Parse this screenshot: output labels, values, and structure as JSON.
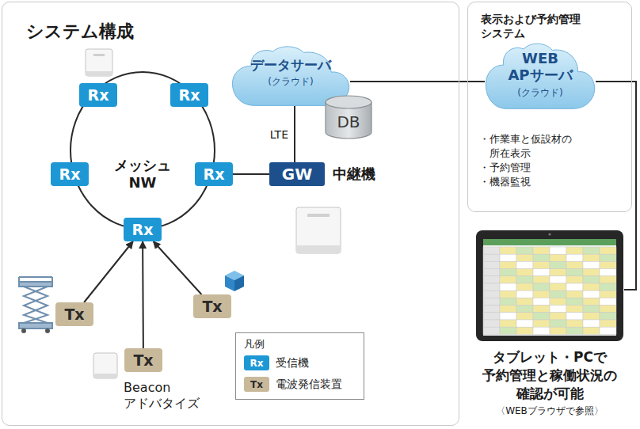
{
  "diagram": {
    "nodes": [
      {
        "text": [
          "システム構成"
        ]
      },
      {
        "text": [
          "メッシュ NW"
        ],
        "in": 0
      },
      {
        "text": [
          "Rx"
        ],
        "in": 0
      },
      {
        "text": [
          "Rx"
        ],
        "in": 0
      },
      {
        "text": [
          "Rx"
        ],
        "in": 0
      },
      {
        "text": [
          "Rx"
        ],
        "in": 0
      },
      {
        "text": [
          "Rx"
        ],
        "in": 0
      },
      {
        "text": [
          "データサーバ",
          "(クラウド)"
        ],
        "in": 0
      },
      {
        "text": [
          "DB"
        ],
        "in": 0
      },
      {
        "text": [
          "GW",
          "中継機"
        ],
        "in": 0
      },
      {
        "text": [
          "Tx"
        ],
        "in": 0
      },
      {
        "text": [
          "Tx"
        ],
        "in": 0
      },
      {
        "text": [
          "Tx"
        ],
        "in": 0
      },
      {
        "text": [
          "表示および予約管理 システム",
          "・作業車と仮設材の所在表示",
          "・予約管理",
          "・機器監視"
        ]
      },
      {
        "text": [
          "WEB APサーバ",
          "(クラウド)"
        ],
        "in": 13
      },
      {
        "text": [
          "タブレット・PCで 予約管理と稼働状況の 確認が可能",
          "〈WEBブラウザで参照〉"
        ]
      }
    ],
    "edges": [
      {
        "from": 5,
        "to": 9,
        "arrow": "none"
      },
      {
        "from": 7,
        "to": 9,
        "label": "LTE",
        "arrow": "none"
      },
      {
        "from": 7,
        "to": 14,
        "arrow": "none"
      },
      {
        "from": 14,
        "to": 15,
        "arrow": "none"
      },
      {
        "from": 10,
        "to": 6,
        "arrow": "to"
      },
      {
        "from": 12,
        "to": 6,
        "arrow": "to"
      },
      {
        "from": 11,
        "to": 6,
        "arrow": "to"
      }
    ],
    "labels": [
      "Beacon アドバタイズ",
      "凡例",
      "Rx",
      "Tx"
    ],
    "legend": [
      {
        "text": "受信機",
        "color": "#1e98d5"
      },
      {
        "text": "電波発信装置",
        "color": "#c9b99b"
      }
    ]
  }
}
